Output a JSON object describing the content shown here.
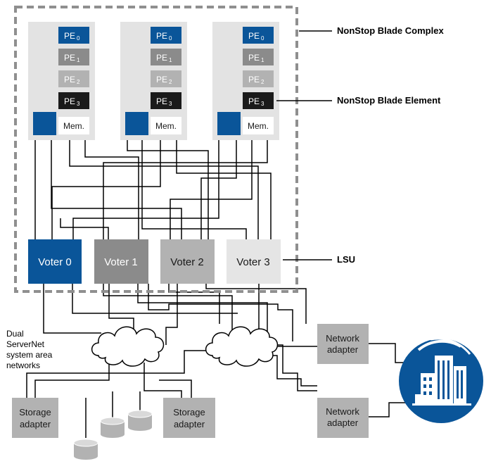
{
  "labels": {
    "complex": "NonStop Blade Complex",
    "element": "NonStop Blade Element",
    "lsu": "LSU",
    "san_lines": [
      "Dual",
      "ServerNet",
      "system area",
      "networks"
    ]
  },
  "blade": {
    "pe_prefix": "PE",
    "pe_indices": [
      "0",
      "1",
      "2",
      "3"
    ],
    "memory": "Mem."
  },
  "voters": [
    "Voter 0",
    "Voter 1",
    "Voter 2",
    "Voter 3"
  ],
  "storage_adapters": [
    "Storage adapter",
    "Storage adapter"
  ],
  "network_adapters": [
    "Network adapter",
    "Network adapter"
  ],
  "colors": {
    "hp_blue": "#0a5599",
    "gray_mid": "#8b8b8b",
    "gray_light": "#b2b2b2",
    "gray_pale": "#e5e5e5",
    "black": "#1a1a1a",
    "element_bg": "#e3e3e3"
  },
  "icons": [
    "cloud-icon",
    "disk-icon",
    "buildings-icon"
  ]
}
